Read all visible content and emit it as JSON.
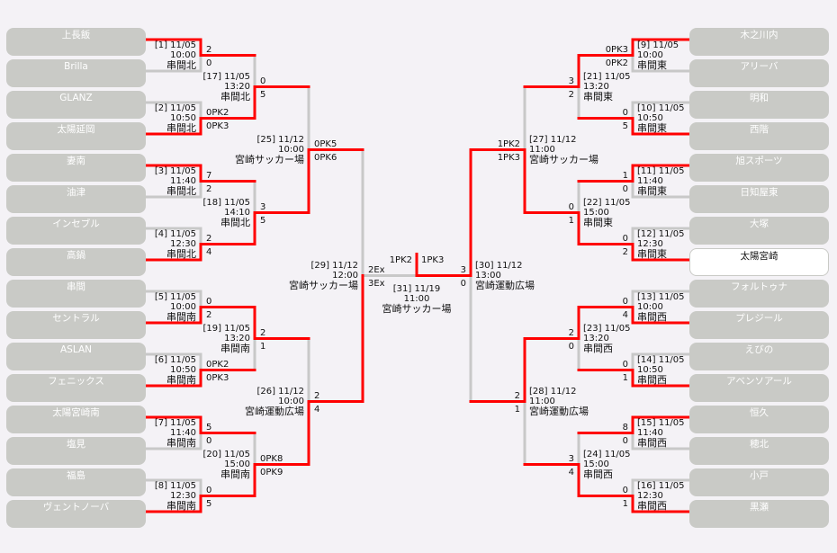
{
  "colors": {
    "win": "#ff0000",
    "line": "#c8c8c8",
    "team_bg": "#c9cac6",
    "background": "#f4f2f6"
  },
  "highlighted_team": {
    "side": "right",
    "index": 7
  },
  "left": {
    "teams": [
      "上長飯",
      "Brilla",
      "GLANZ",
      "太陽延岡",
      "妻南",
      "油津",
      "インセブル",
      "高鍋",
      "串間",
      "セントラル",
      "ASLAN",
      "フェニックス",
      "太陽宮崎南",
      "塩見",
      "福島",
      "ヴェントノーバ"
    ],
    "rounds": [
      [
        {
          "no": "[1] 11/05",
          "time": "10:00",
          "venue": "串間北",
          "scores": [
            "2",
            "0"
          ],
          "winner": 0
        },
        {
          "no": "[2] 11/05",
          "time": "10:50",
          "venue": "串間北",
          "scores": [
            "0PK2",
            "0PK3"
          ],
          "winner": 1
        },
        {
          "no": "[3] 11/05",
          "time": "11:40",
          "venue": "串間北",
          "scores": [
            "7",
            "2"
          ],
          "winner": 0
        },
        {
          "no": "[4] 11/05",
          "time": "12:30",
          "venue": "串間北",
          "scores": [
            "2",
            "4"
          ],
          "winner": 1
        },
        {
          "no": "[5] 11/05",
          "time": "10:00",
          "venue": "串間南",
          "scores": [
            "0",
            "2"
          ],
          "winner": 1
        },
        {
          "no": "[6] 11/05",
          "time": "10:50",
          "venue": "串間南",
          "scores": [
            "0PK2",
            "0PK3"
          ],
          "winner": 1
        },
        {
          "no": "[7] 11/05",
          "time": "11:40",
          "venue": "串間南",
          "scores": [
            "5",
            "0"
          ],
          "winner": 0
        },
        {
          "no": "[8] 11/05",
          "time": "12:30",
          "venue": "串間南",
          "scores": [
            "0",
            "5"
          ],
          "winner": 1
        }
      ],
      [
        {
          "no": "[17] 11/05",
          "time": "13:20",
          "venue": "串間北",
          "scores": [
            "0",
            "5"
          ],
          "winner": 1
        },
        {
          "no": "[18] 11/05",
          "time": "14:10",
          "venue": "串間北",
          "scores": [
            "3",
            "5"
          ],
          "winner": 1
        },
        {
          "no": "[19] 11/05",
          "time": "13:20",
          "venue": "串間南",
          "scores": [
            "2",
            "1"
          ],
          "winner": 0
        },
        {
          "no": "[20] 11/05",
          "time": "15:00",
          "venue": "串間南",
          "scores": [
            "0PK8",
            "0PK9"
          ],
          "winner": 1
        }
      ],
      [
        {
          "no": "[25] 11/12",
          "time": "10:00",
          "venue": "宮崎サッカー場",
          "scores": [
            "0PK5",
            "0PK6"
          ],
          "winner": 1
        },
        {
          "no": "[26] 11/12",
          "time": "10:00",
          "venue": "宮崎運動広場",
          "scores": [
            "2",
            "4"
          ],
          "winner": 1
        }
      ],
      [
        {
          "no": "[29] 11/12",
          "time": "12:00",
          "venue": "宮崎サッカー場",
          "scores": [
            "2Ex",
            "3Ex"
          ],
          "winner": 1
        }
      ]
    ]
  },
  "right": {
    "teams": [
      "木之川内",
      "アリーバ",
      "明和",
      "西階",
      "旭スポーツ",
      "日知屋東",
      "大塚",
      "太陽宮崎",
      "フォルトゥナ",
      "プレジール",
      "えびの",
      "アベンソアール",
      "恒久",
      "穂北",
      "小戸",
      "黒瀬"
    ],
    "rounds": [
      [
        {
          "no": "[9] 11/05",
          "time": "10:00",
          "venue": "串間東",
          "scores": [
            "0PK3",
            "0PK2"
          ],
          "winner": 0
        },
        {
          "no": "[10] 11/05",
          "time": "10:50",
          "venue": "串間東",
          "scores": [
            "0",
            "5"
          ],
          "winner": 1
        },
        {
          "no": "[11] 11/05",
          "time": "11:40",
          "venue": "串間東",
          "scores": [
            "1",
            "0"
          ],
          "winner": 0
        },
        {
          "no": "[12] 11/05",
          "time": "12:30",
          "venue": "串間東",
          "scores": [
            "0",
            "2"
          ],
          "winner": 1
        },
        {
          "no": "[13] 11/05",
          "time": "10:00",
          "venue": "串間西",
          "scores": [
            "0",
            "4"
          ],
          "winner": 1
        },
        {
          "no": "[14] 11/05",
          "time": "10:50",
          "venue": "串間西",
          "scores": [
            "0",
            "1"
          ],
          "winner": 1
        },
        {
          "no": "[15] 11/05",
          "time": "11:40",
          "venue": "串間西",
          "scores": [
            "8",
            "0"
          ],
          "winner": 0
        },
        {
          "no": "[16] 11/05",
          "time": "12:30",
          "venue": "串間西",
          "scores": [
            "0",
            "1"
          ],
          "winner": 1
        }
      ],
      [
        {
          "no": "[21] 11/05",
          "time": "13:20",
          "venue": "串間東",
          "scores": [
            "3",
            "2"
          ],
          "winner": 0
        },
        {
          "no": "[22] 11/05",
          "time": "15:00",
          "venue": "串間東",
          "scores": [
            "0",
            "1"
          ],
          "winner": 1
        },
        {
          "no": "[23] 11/05",
          "time": "13:20",
          "venue": "串間西",
          "scores": [
            "2",
            "0"
          ],
          "winner": 0
        },
        {
          "no": "[24] 11/05",
          "time": "15:00",
          "venue": "串間西",
          "scores": [
            "3",
            "4"
          ],
          "winner": 1
        }
      ],
      [
        {
          "no": "[27] 11/12",
          "time": "11:00",
          "venue": "宮崎サッカー場",
          "scores": [
            "1PK2",
            "1PK3"
          ],
          "winner": 1
        },
        {
          "no": "[28] 11/12",
          "time": "11:00",
          "venue": "宮崎運動広場",
          "scores": [
            "2",
            "1"
          ],
          "winner": 0
        }
      ],
      [
        {
          "no": "[30] 11/12",
          "time": "13:00",
          "venue": "宮崎運動広場",
          "scores": [
            "3",
            "0"
          ],
          "winner": 0
        }
      ]
    ]
  },
  "final": {
    "no": "[31] 11/19",
    "time": "11:00",
    "venue": "宮崎サッカー場",
    "scores": [
      "1PK2",
      "1PK3"
    ],
    "winner": 1
  }
}
